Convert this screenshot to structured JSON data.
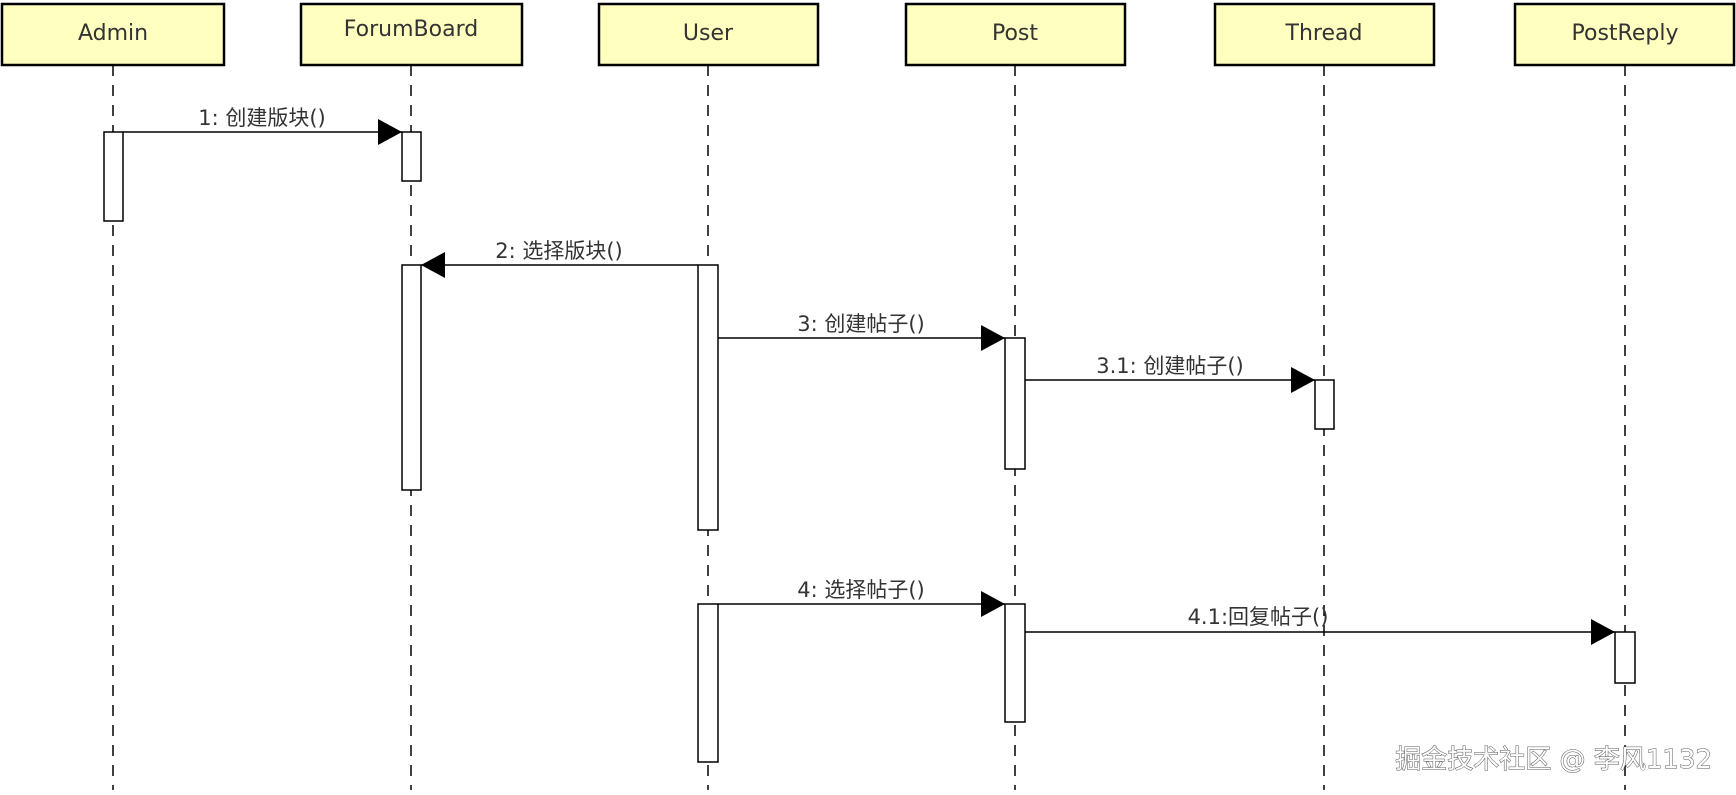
{
  "diagram": {
    "type": "sequence",
    "colors": {
      "actor_fill": "#ffffc0",
      "actor_stroke": "#000000",
      "line": "#000000",
      "text": "#333333"
    },
    "actors": [
      {
        "id": "admin",
        "label": "Admin"
      },
      {
        "id": "forumboard",
        "label": "ForumBoard"
      },
      {
        "id": "user",
        "label": "User"
      },
      {
        "id": "post",
        "label": "Post"
      },
      {
        "id": "thread",
        "label": "Thread"
      },
      {
        "id": "postreply",
        "label": "PostReply"
      }
    ],
    "messages": [
      {
        "id": "m1",
        "from": "admin",
        "to": "forumboard",
        "label": "1: 创建版块()"
      },
      {
        "id": "m2",
        "from": "user",
        "to": "forumboard",
        "label": "2: 选择版块()"
      },
      {
        "id": "m3",
        "from": "user",
        "to": "post",
        "label": "3: 创建帖子()"
      },
      {
        "id": "m31",
        "from": "post",
        "to": "thread",
        "label": "3.1: 创建帖子()"
      },
      {
        "id": "m4",
        "from": "user",
        "to": "post",
        "label": "4: 选择帖子()"
      },
      {
        "id": "m41",
        "from": "post",
        "to": "postreply",
        "label": "4.1:回复帖子()"
      }
    ]
  },
  "watermark": "掘金技术社区 @ 李风1132"
}
